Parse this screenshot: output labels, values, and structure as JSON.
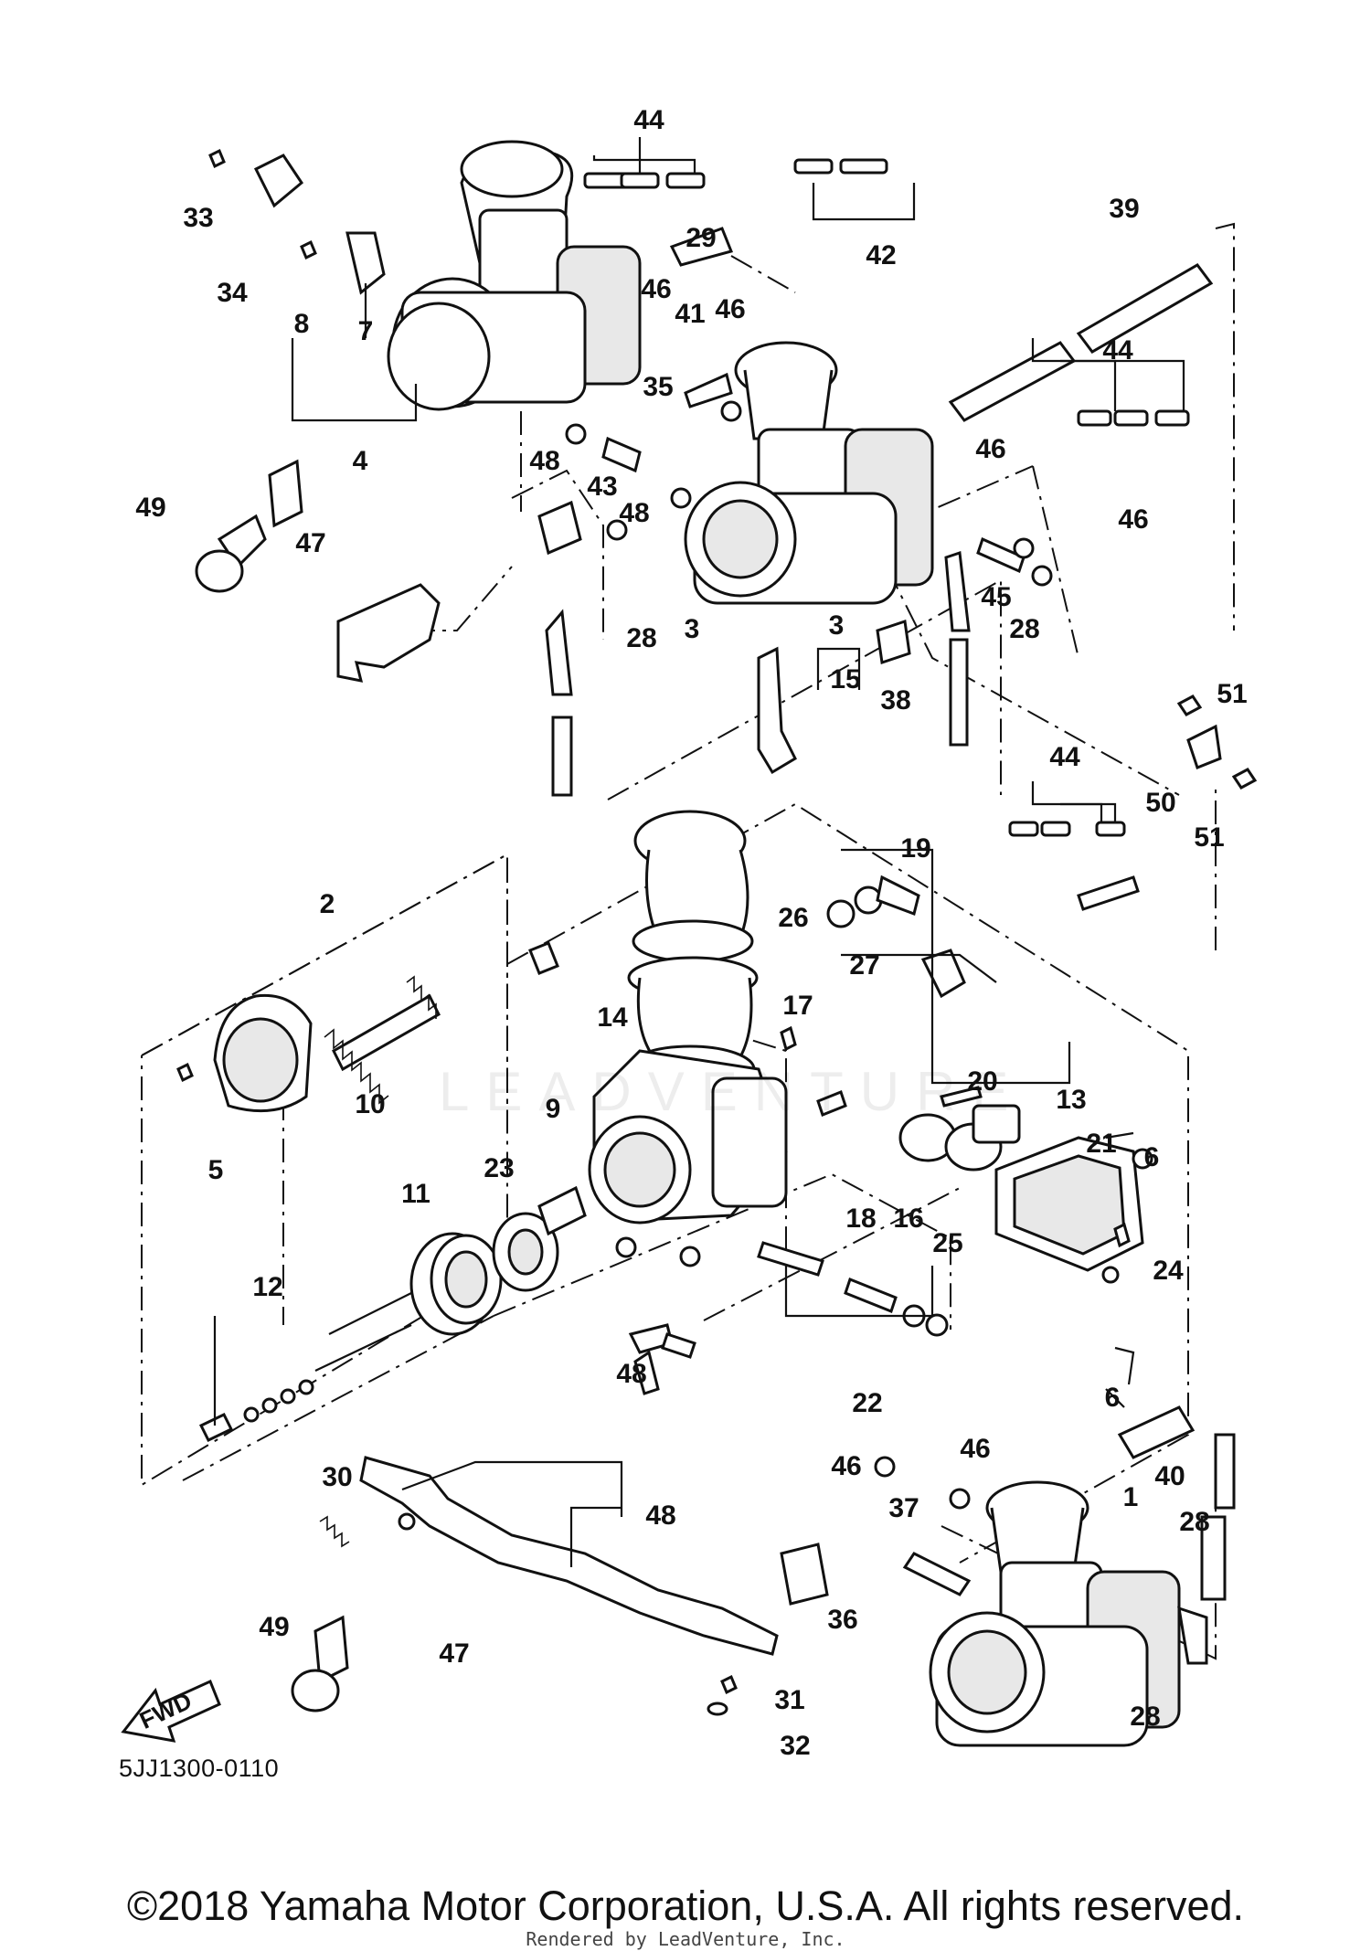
{
  "diagram": {
    "code_label": "5JJ1300-0110",
    "copyright": "©2018 Yamaha Motor Corporation, U.S.A. All rights reserved.",
    "rendered_by": "Rendered by LeadVenture, Inc.",
    "watermark": "LEADVENTURE",
    "fwd_label": "FWD",
    "part_labels": [
      "44",
      "33",
      "34",
      "29",
      "42",
      "39",
      "8",
      "7",
      "46",
      "41",
      "46",
      "35",
      "44",
      "4",
      "48",
      "43",
      "48",
      "46",
      "46",
      "49",
      "47",
      "45",
      "3",
      "28",
      "3",
      "28",
      "15",
      "38",
      "51",
      "44",
      "50",
      "51",
      "19",
      "2",
      "26",
      "27",
      "17",
      "14",
      "10",
      "20",
      "13",
      "5",
      "9",
      "21",
      "6",
      "23",
      "11",
      "18",
      "16",
      "25",
      "12",
      "24",
      "48",
      "22",
      "6",
      "30",
      "46",
      "46",
      "48",
      "37",
      "1",
      "40",
      "28",
      "36",
      "49",
      "47",
      "31",
      "28",
      "32"
    ]
  }
}
